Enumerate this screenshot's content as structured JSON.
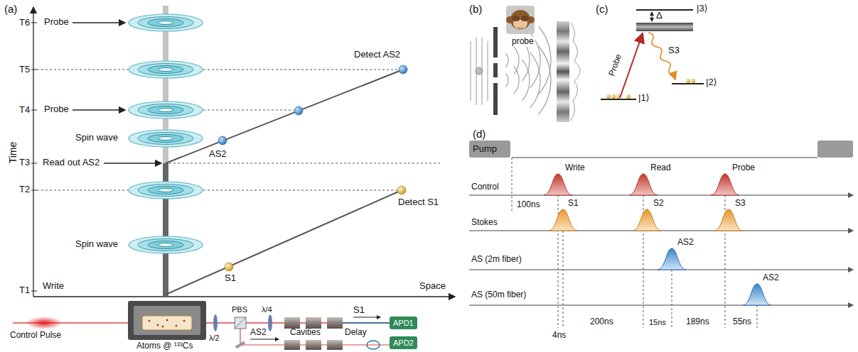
{
  "diagram": {
    "nodes": [
      {
        "text": [
          "Pump"
        ]
      },
      {
        "text": [
          "APD1"
        ]
      },
      {
        "text": [
          "APD2"
        ]
      }
    ],
    "labels": [
      "(a)",
      "Time",
      "T6",
      "Probe",
      "T5",
      "T4",
      "Probe",
      "Spin wave",
      "T3",
      "Read out AS2",
      "T2",
      "Spin wave",
      "T1",
      "Write",
      "Space",
      "S1",
      "Detect S1",
      "AS2",
      "Detect AS2",
      "Control Pulse",
      "Atoms @ ¹³³Cs",
      "λ/2",
      "PBS",
      "λ/4",
      "S1",
      "AS2",
      "Cavities",
      "Delay",
      "(b)",
      "probe",
      "(c)",
      "|3⟩",
      "Δ",
      "Probe",
      "S3",
      "|2⟩",
      "|1⟩",
      "(d)",
      "Control",
      "Write",
      "Read",
      "Probe",
      "100ns",
      "Stokes",
      "S1",
      "S2",
      "S3",
      "AS (2m fiber)",
      "AS2",
      "AS (50m fiber)",
      "AS2",
      "4ns",
      "200ns",
      "15ns",
      "189ns",
      "55ns"
    ]
  }
}
